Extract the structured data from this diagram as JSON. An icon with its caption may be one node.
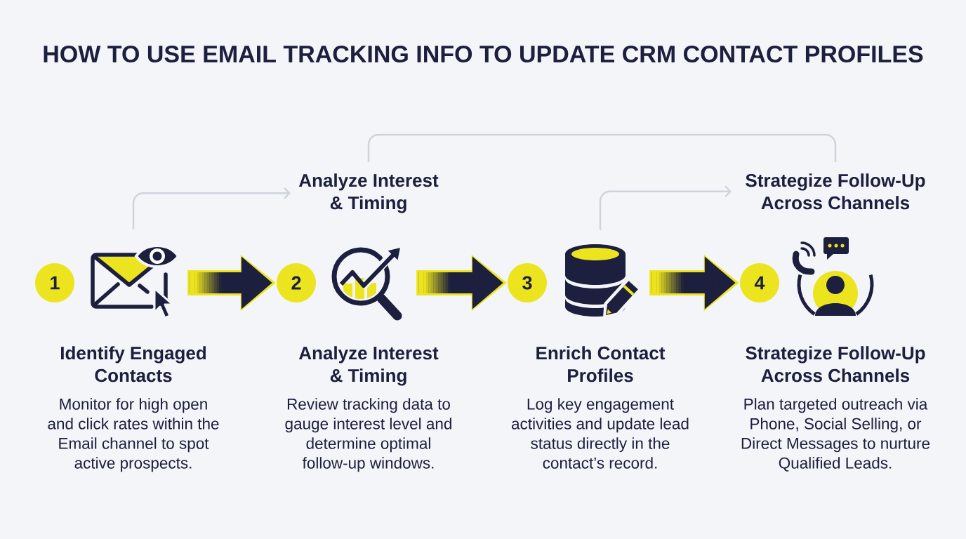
{
  "diagram": {
    "title": "HOW TO USE EMAIL TRACKING INFO TO UPDATE CRM CONTACT PROFILES",
    "nodes": [
      {
        "text": [
          "Analyze Interest & Timing"
        ]
      },
      {
        "text": [
          "Strategize Follow-Up Across Channels"
        ]
      },
      {
        "text": [
          "1"
        ]
      },
      {
        "text": [],
        "shape": "picture",
        "beside": [
          "Identify Engaged Contacts",
          "Monitor for high open and click rates within the Email channel to spot active prospects."
        ]
      },
      {
        "text": [
          "2"
        ]
      },
      {
        "text": [],
        "shape": "picture",
        "beside": [
          "Analyze Interest & Timing",
          "Review tracking data to gauge interest level and determine optimal follow-up windows."
        ]
      },
      {
        "text": [
          "3"
        ]
      },
      {
        "text": [],
        "shape": "picture",
        "beside": [
          "Enrich Contact Profiles",
          "Log key engagement activities and update lead status directly in the contact’s record."
        ]
      },
      {
        "text": [
          "4"
        ]
      },
      {
        "text": [],
        "shape": "picture",
        "beside": [
          "Strategize Follow-Up Across Channels",
          "Plan targeted outreach via Phone, Social Selling, or Direct Messages to nurture Qualified Leads."
        ]
      }
    ],
    "edges": [
      {
        "from": 3,
        "to": 4,
        "arrow": "to",
        "style": "thick"
      },
      {
        "from": 5,
        "to": 6,
        "arrow": "to",
        "style": "thick"
      },
      {
        "from": 7,
        "to": 8,
        "arrow": "to",
        "style": "thick"
      },
      {
        "from": 3,
        "to": 0,
        "arrow": "to",
        "color": "#cfd3dc"
      },
      {
        "from": 7,
        "to": 1,
        "arrow": "to",
        "color": "#cfd3dc"
      },
      {
        "from": 0,
        "to": 1,
        "arrow": "none",
        "color": "#cfd3dc"
      }
    ]
  }
}
